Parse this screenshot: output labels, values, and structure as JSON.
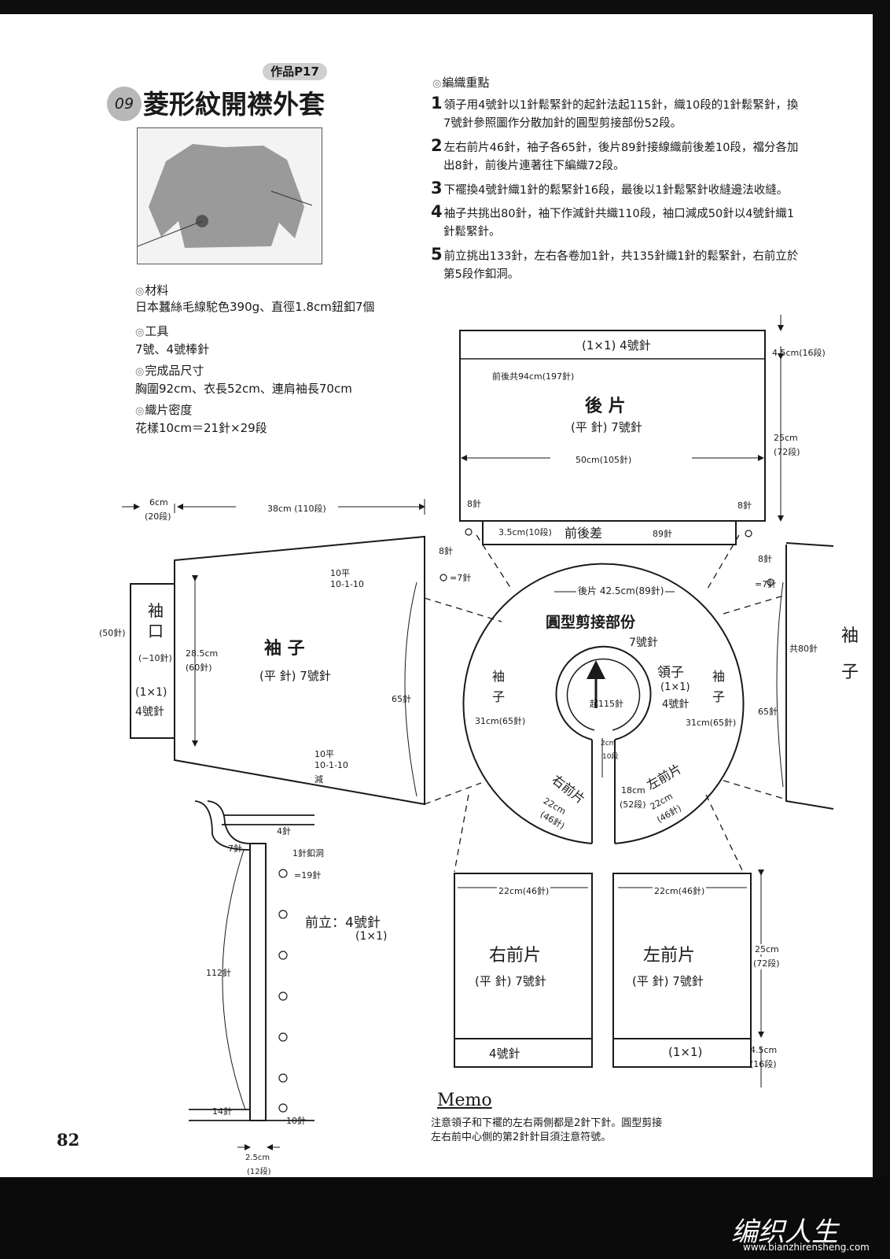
{
  "page": {
    "number": "82",
    "badge": "作品P17",
    "pattern_number": "09",
    "title": "菱形紋開襟外套"
  },
  "materials": {
    "materials_label": "材料",
    "materials_value": "日本蠶絲毛線駝色390g、直徑1.8cm鈕釦7個",
    "tools_label": "工具",
    "tools_value": "7號、4號棒針",
    "size_label": "完成品尺寸",
    "size_value": "胸圍92cm、衣長52cm、連肩袖長70cm",
    "gauge_label": "織片密度",
    "gauge_value": "花樣10cm＝21針×29段"
  },
  "tips": {
    "heading": "編織重點",
    "items": [
      {
        "n": "1",
        "line1": "領子用4號針以1針鬆緊針的起針法起115針，織10段的1針鬆緊針，換",
        "line2": "7號針參照圖作分散加針的圓型剪接部份52段。"
      },
      {
        "n": "2",
        "line1": "左右前片46針，袖子各65針，後片89針接線織前後差10段，襠分各加",
        "line2": "出8針，前後片連著往下編織72段。"
      },
      {
        "n": "3",
        "line1": "下襬換4號針織1針的鬆緊針16段，最後以1針鬆緊針收縫邊法收縫。",
        "line2": ""
      },
      {
        "n": "4",
        "line1": "袖子共挑出80針，袖下作減針共織110段，袖口減成50針以4號針織1",
        "line2": "針鬆緊針。"
      },
      {
        "n": "5",
        "line1": "前立挑出133針，左右各卷加1針，共135針織1針的鬆緊針，右前立於",
        "line2": "第5段作釦洞。"
      }
    ]
  },
  "diagram": {
    "back": {
      "rib": "(1×1)  4號針",
      "rib_height": "4.5cm(16段)",
      "total": "前後共94cm(197針)",
      "name": "後 片",
      "stitch": "(平 針) 7號針",
      "width": "50cm(105針)",
      "height": "25cm",
      "height_rows": "(72段)",
      "left_inc": "8針",
      "right_inc": "8針",
      "gusset_height": "3.5cm(10段)",
      "gusset_label": "前後差",
      "gusset_stitches": "89針"
    },
    "sleeve": {
      "top_w": "6cm",
      "top_w_rows": "(20段)",
      "length": "38cm (110段)",
      "dec_top": "10平",
      "dec_top2": "10-1-10",
      "dec_bot": "10平",
      "dec_bot2": "10-1-10",
      "dec_bot3": "減",
      "inc8": "8針",
      "inc_circle": "=7針",
      "cuff_title_1": "袖",
      "cuff_title_2": "口",
      "cuff_stitches": "(50針)",
      "cuff_dec": "(−10針)",
      "cuff_rib": "(1×1)",
      "cuff_needle": "4號針",
      "width": "28.5cm",
      "width_st": "(60針)",
      "name": "袖 子",
      "stitch": "(平 針) 7號針",
      "pickup": "65針"
    },
    "yoke": {
      "back_arc": "後片 42.5cm(89針)",
      "name": "圓型剪接部份",
      "needle": "7號針",
      "collar_name": "領子",
      "collar_rib": "(1×1)",
      "collar_needle": "4號針",
      "cast_on": "起115針",
      "left_sleeve_1": "袖",
      "left_sleeve_2": "子",
      "left_sleeve_size": "31cm(65針)",
      "right_sleeve_1": "袖",
      "right_sleeve_2": "子",
      "right_sleeve_size": "31cm(65針)",
      "center_gap": "2cm",
      "center_gap_rows": "10段",
      "right_front": "右前片",
      "right_front_size": "22cm",
      "right_front_st": "(46針)",
      "left_front": "左前片",
      "left_front_size": "22cm",
      "left_front_st": "(46針)",
      "placket_h": "18cm",
      "placket_rows": "(52段)"
    },
    "right_sleeve": {
      "inc8": "8針",
      "inc_circle": "=7針",
      "total": "共80針",
      "title_1": "袖",
      "title_2": "子",
      "pickup": "65針"
    },
    "fronts": {
      "right_width": "22cm(46針)",
      "left_width": "22cm(46針)",
      "right_name": "右前片",
      "left_name": "左前片",
      "stitch": "(平 針) 7號針",
      "height": "25cm",
      "height_rows": "(72段)",
      "rib_needle": "4號針",
      "rib_pattern": "(1×1)",
      "rib_height": "4.5cm",
      "rib_rows": "(16段)"
    },
    "placket": {
      "top_st": "4針",
      "side_st": "7針",
      "buttonhole": "1針釦洞",
      "buttonhole_count": "=19針",
      "name": "前立：4號針",
      "rib": "(1×1)",
      "length": "112針",
      "bottom_st": "14針",
      "bottom_st2": "10針",
      "width": "2.5cm",
      "width_rows": "(12段)"
    }
  },
  "memo": {
    "title": "Memo",
    "line1": "注意領子和下襬的左右兩側都是2針下針。圓型剪接",
    "line2": "左右前中心側的第2針針目須注意符號。"
  },
  "watermark": {
    "logo": "编织人生",
    "url": "www.bianzhirensheng.com"
  }
}
